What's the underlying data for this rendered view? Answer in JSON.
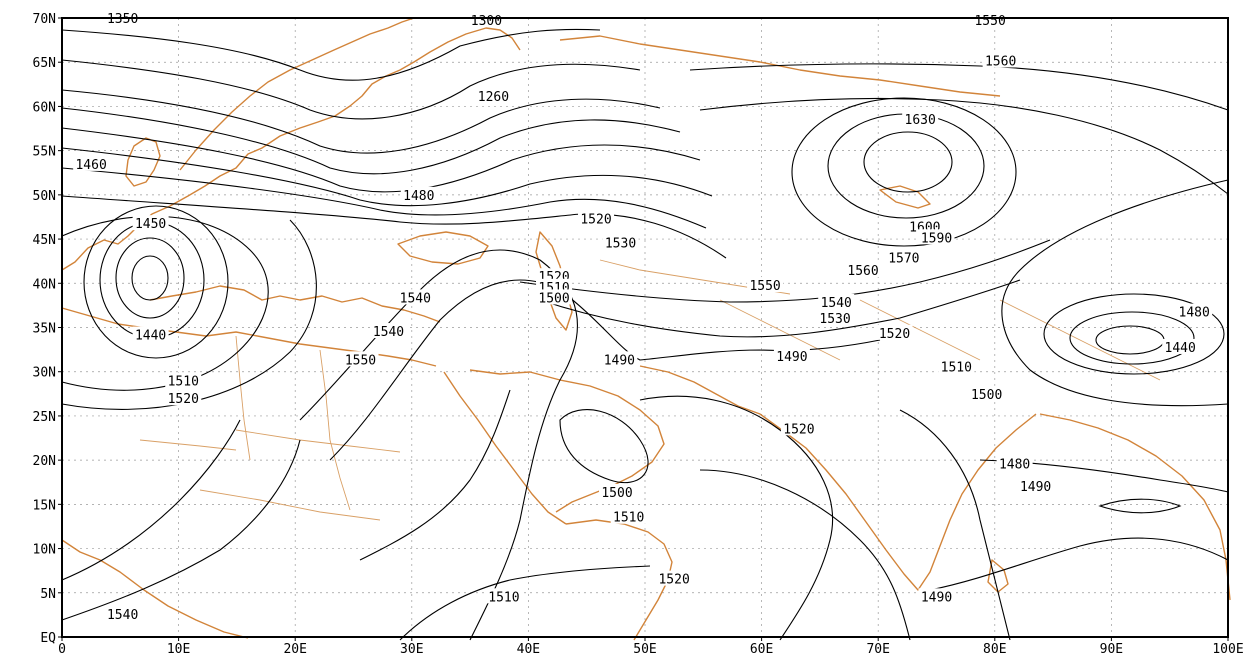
{
  "map": {
    "x_axis": {
      "extent": [
        0,
        100
      ],
      "tick_values": [
        0,
        10,
        20,
        30,
        40,
        50,
        60,
        70,
        80,
        90,
        100
      ],
      "tick_labels": [
        "0",
        "10E",
        "20E",
        "30E",
        "40E",
        "50E",
        "60E",
        "70E",
        "80E",
        "90E",
        "100E"
      ]
    },
    "y_axis": {
      "extent": [
        0,
        70
      ],
      "tick_values": [
        0,
        5,
        10,
        15,
        20,
        25,
        30,
        35,
        40,
        45,
        50,
        55,
        60,
        65,
        70
      ],
      "tick_labels": [
        "EQ",
        "5N",
        "10N",
        "15N",
        "20N",
        "25N",
        "30N",
        "35N",
        "40N",
        "45N",
        "50N",
        "55N",
        "60N",
        "65N",
        "70N"
      ]
    },
    "grid": true,
    "colors": {
      "coastline": "#d2843a",
      "border": "#d9a066",
      "contour": "#000000",
      "grid": "#9a9a9a"
    },
    "contour_labels": [
      {
        "text": "1350",
        "lon": 5.2,
        "lat": 70
      },
      {
        "text": "1300",
        "lon": 36.4,
        "lat": 69.8
      },
      {
        "text": "1260",
        "lon": 37,
        "lat": 61.2
      },
      {
        "text": "1460",
        "lon": 2.5,
        "lat": 53.5
      },
      {
        "text": "1480",
        "lon": 30.6,
        "lat": 50
      },
      {
        "text": "1450",
        "lon": 7.6,
        "lat": 46.8
      },
      {
        "text": "1440",
        "lon": 7.6,
        "lat": 34.2
      },
      {
        "text": "1510",
        "lon": 10.4,
        "lat": 29
      },
      {
        "text": "1520",
        "lon": 10.4,
        "lat": 27
      },
      {
        "text": "1540",
        "lon": 28,
        "lat": 34.6
      },
      {
        "text": "1550",
        "lon": 25.6,
        "lat": 31.4
      },
      {
        "text": "1540",
        "lon": 30.3,
        "lat": 38.4
      },
      {
        "text": "1520",
        "lon": 45.8,
        "lat": 47.3
      },
      {
        "text": "1530",
        "lon": 47.9,
        "lat": 44.6
      },
      {
        "text": "1520",
        "lon": 42.2,
        "lat": 40.8
      },
      {
        "text": "1510",
        "lon": 42.2,
        "lat": 39.6
      },
      {
        "text": "1500",
        "lon": 42.2,
        "lat": 38.4
      },
      {
        "text": "1490",
        "lon": 47.8,
        "lat": 31.4
      },
      {
        "text": "1490",
        "lon": 62.6,
        "lat": 31.8
      },
      {
        "text": "1500",
        "lon": 47.6,
        "lat": 16.4
      },
      {
        "text": "1510",
        "lon": 48.6,
        "lat": 13.6
      },
      {
        "text": "1520",
        "lon": 52.5,
        "lat": 6.6
      },
      {
        "text": "1510",
        "lon": 37.9,
        "lat": 4.6
      },
      {
        "text": "1540",
        "lon": 5.2,
        "lat": 2.6
      },
      {
        "text": "1520",
        "lon": 63.2,
        "lat": 23.6
      },
      {
        "text": "1550",
        "lon": 79.6,
        "lat": 69.8
      },
      {
        "text": "1560",
        "lon": 80.5,
        "lat": 65.2
      },
      {
        "text": "1630",
        "lon": 73.6,
        "lat": 58.6
      },
      {
        "text": "1600",
        "lon": 74,
        "lat": 46.4
      },
      {
        "text": "1590",
        "lon": 75,
        "lat": 45.2
      },
      {
        "text": "1570",
        "lon": 72.2,
        "lat": 42.9
      },
      {
        "text": "1560",
        "lon": 68.7,
        "lat": 41.5
      },
      {
        "text": "1550",
        "lon": 60.3,
        "lat": 39.8
      },
      {
        "text": "1540",
        "lon": 66.4,
        "lat": 37.9
      },
      {
        "text": "1530",
        "lon": 66.3,
        "lat": 36.1
      },
      {
        "text": "1520",
        "lon": 71.4,
        "lat": 34.4
      },
      {
        "text": "1510",
        "lon": 76.7,
        "lat": 30.6
      },
      {
        "text": "1500",
        "lon": 79.3,
        "lat": 27.5
      },
      {
        "text": "1480",
        "lon": 81.7,
        "lat": 19.6
      },
      {
        "text": "1490",
        "lon": 83.5,
        "lat": 17.1
      },
      {
        "text": "1490",
        "lon": 75,
        "lat": 4.6
      },
      {
        "text": "1480",
        "lon": 97.1,
        "lat": 36.8
      },
      {
        "text": "1440",
        "lon": 95.9,
        "lat": 32.8
      }
    ]
  }
}
